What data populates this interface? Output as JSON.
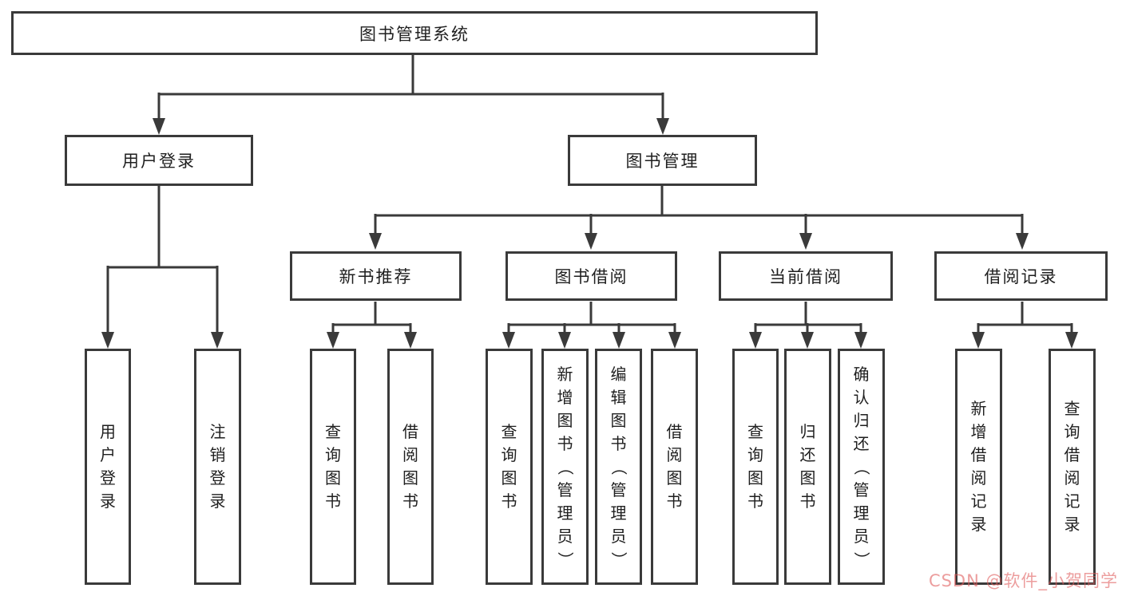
{
  "diagram": {
    "type": "hierarchy-tree",
    "line_color": "#3a3a3a",
    "box_border_color": "#3a3a3a",
    "box_fill_color": "#ffffff",
    "text_color": "#1f1f1f",
    "background_color": "#ffffff"
  },
  "tree": {
    "label": "图书管理系统",
    "children": [
      {
        "label": "用户登录",
        "children": [
          {
            "label": "用户登录"
          },
          {
            "label": "注销登录"
          }
        ]
      },
      {
        "label": "图书管理",
        "children": [
          {
            "label": "新书推荐",
            "children": [
              {
                "label": "查询图书"
              },
              {
                "label": "借阅图书"
              }
            ]
          },
          {
            "label": "图书借阅",
            "children": [
              {
                "label": "查询图书"
              },
              {
                "label": "新增图书（管理员）"
              },
              {
                "label": "编辑图书（管理员）"
              },
              {
                "label": "借阅图书"
              }
            ]
          },
          {
            "label": "当前借阅",
            "children": [
              {
                "label": "查询图书"
              },
              {
                "label": "归还图书"
              },
              {
                "label": "确认归还（管理员）"
              }
            ]
          },
          {
            "label": "借阅记录",
            "children": [
              {
                "label": "新增借阅记录"
              },
              {
                "label": "查询借阅记录"
              }
            ]
          }
        ]
      }
    ]
  },
  "watermark": {
    "text": "CSDN @软件_小贺同学",
    "color": "#e05c5c"
  }
}
